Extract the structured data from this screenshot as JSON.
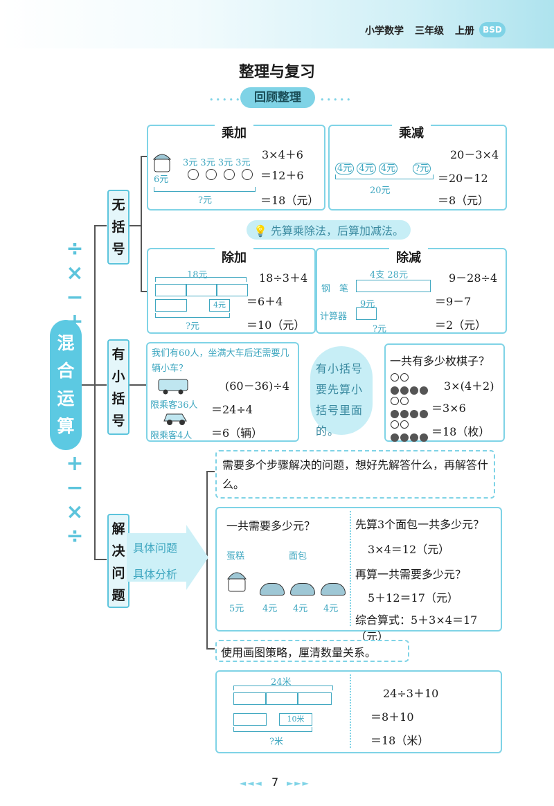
{
  "header": {
    "subject": "小学数学",
    "grade": "三年级",
    "volume": "上册",
    "edition": "BSD"
  },
  "title": "整理与复习",
  "section": "回顾整理",
  "center": {
    "label": [
      "混",
      "合",
      "运",
      "算"
    ],
    "top_symbols": [
      "÷",
      "×",
      "−",
      "+"
    ],
    "bottom_symbols": [
      "+",
      "−",
      "×",
      "÷"
    ]
  },
  "categories": {
    "no_bracket": [
      "无",
      "括",
      "号"
    ],
    "bracket": [
      "有",
      "小",
      "括",
      "号"
    ],
    "solve": [
      "解",
      "决",
      "问",
      "题"
    ]
  },
  "mul_add": {
    "tab": "乘加",
    "prices": [
      "3元",
      "3元",
      "3元",
      "3元"
    ],
    "cake_price": "6元",
    "question": "?元",
    "lines": [
      "3×4＋6",
      "＝12＋6",
      "＝18（元）"
    ]
  },
  "mul_sub": {
    "tab": "乘减",
    "coins": [
      "4元",
      "4元",
      "4元",
      "?元"
    ],
    "total": "20元",
    "lines": [
      "20－3×4",
      "＝20－12",
      "＝8（元）"
    ]
  },
  "hint_no_bracket": "先算乘除法，后算加减法。",
  "div_add": {
    "tab": "除加",
    "total": "18元",
    "part": "4元",
    "question": "?元",
    "lines": [
      "18÷3＋4",
      "＝6＋4",
      "＝10（元）"
    ]
  },
  "div_sub": {
    "tab": "除减",
    "pen_label": "钢　笔",
    "calc_label": "计算器",
    "pen_info": "4支 28元",
    "calc_price": "9元",
    "question": "?元",
    "lines": [
      "9－28÷4",
      "＝9－7",
      "＝2（元）"
    ]
  },
  "bus": {
    "question": "我们有60人，坐满大车后还需要几辆小车？",
    "bus_limit": "限乘客36人",
    "car_limit": "限乘客4人",
    "lines": [
      "(60－36)÷4",
      "＝24÷4",
      "＝6（辆）"
    ]
  },
  "hint_bracket": "有小括号要先算小括号里面的。",
  "chess": {
    "question": "一共有多少枚棋子？",
    "lines": [
      "3×(4＋2)",
      "＝3×6",
      "＝18（枚）"
    ]
  },
  "solve_labels": [
    "具体问题",
    "具体分析"
  ],
  "steps_tip": "需要多个步骤解决的问题，想好先解答什么，再解答什么。",
  "bakery": {
    "question": "一共需要多少元？",
    "cake_label": "蛋糕",
    "bread_label": "面包",
    "prices": [
      "5元",
      "4元",
      "4元",
      "4元"
    ],
    "step1": "先算3个面包一共多少元？",
    "eq1": "3×4＝12（元）",
    "step2": "再算一共需要多少元？",
    "eq2": "5＋12＝17（元）",
    "combined": "综合算式：5＋3×4＝17（元）"
  },
  "draw_tip": "使用画图策略，厘清数量关系。",
  "ribbon": {
    "total": "24米",
    "part": "10米",
    "question": "?米",
    "lines": [
      "24÷3＋10",
      "＝8＋10",
      "＝18（米）"
    ]
  },
  "page_number": "7"
}
